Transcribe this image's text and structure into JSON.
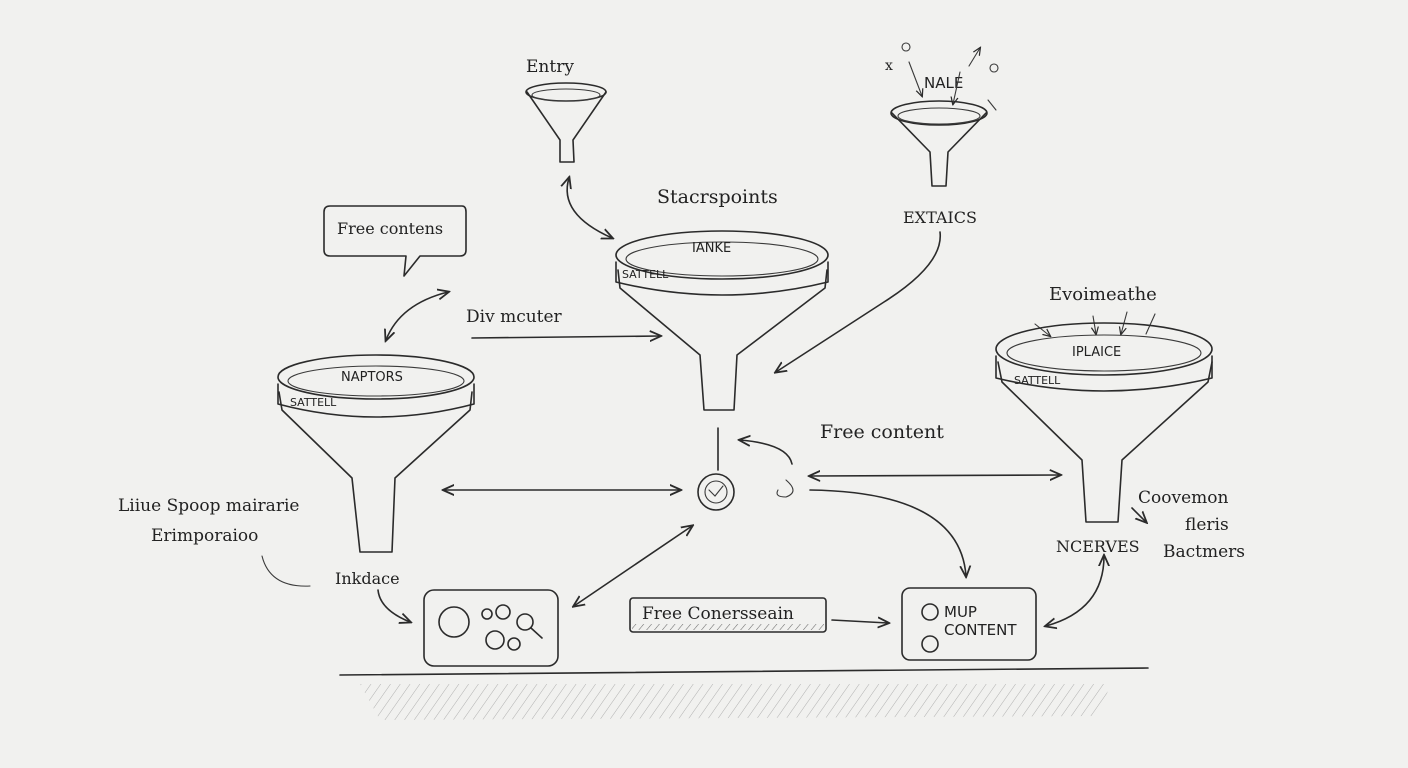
{
  "labels": {
    "entry": "Entry",
    "top_right_note": "NALE",
    "extaics": "EXTAICS",
    "stacrspoints": "Stacrspoints",
    "free_content_bubble": "Free contens",
    "div_mcuter": "Div mcuter",
    "center_funnel_rim": "IANKE",
    "center_funnel_band": "SATTELL",
    "left_funnel_rim": "NAPTORS",
    "left_funnel_band": "SATTELL",
    "right_funnel_title": "Evoimeathe",
    "right_funnel_rim": "IPLAICE",
    "right_funnel_band": "SATTELL",
    "free_content_mid": "Free content",
    "left_note_line1": "Liiue Spoop mairarie",
    "left_note_line2": "Erimporaioo",
    "inklace": "Inkdace",
    "free_conversation_bar": "Free Conersseain",
    "mup_line1": "MUP",
    "mup_line2": "CONTENT",
    "ncerves": "NCERVES",
    "right_note_line1": "Coovemon",
    "right_note_line2": "fleris",
    "right_note_line3": "Bactmers"
  },
  "colors": {
    "paper": "#f1f1ef",
    "ink": "#2b2b2b",
    "shade": "#8a8a8a"
  }
}
